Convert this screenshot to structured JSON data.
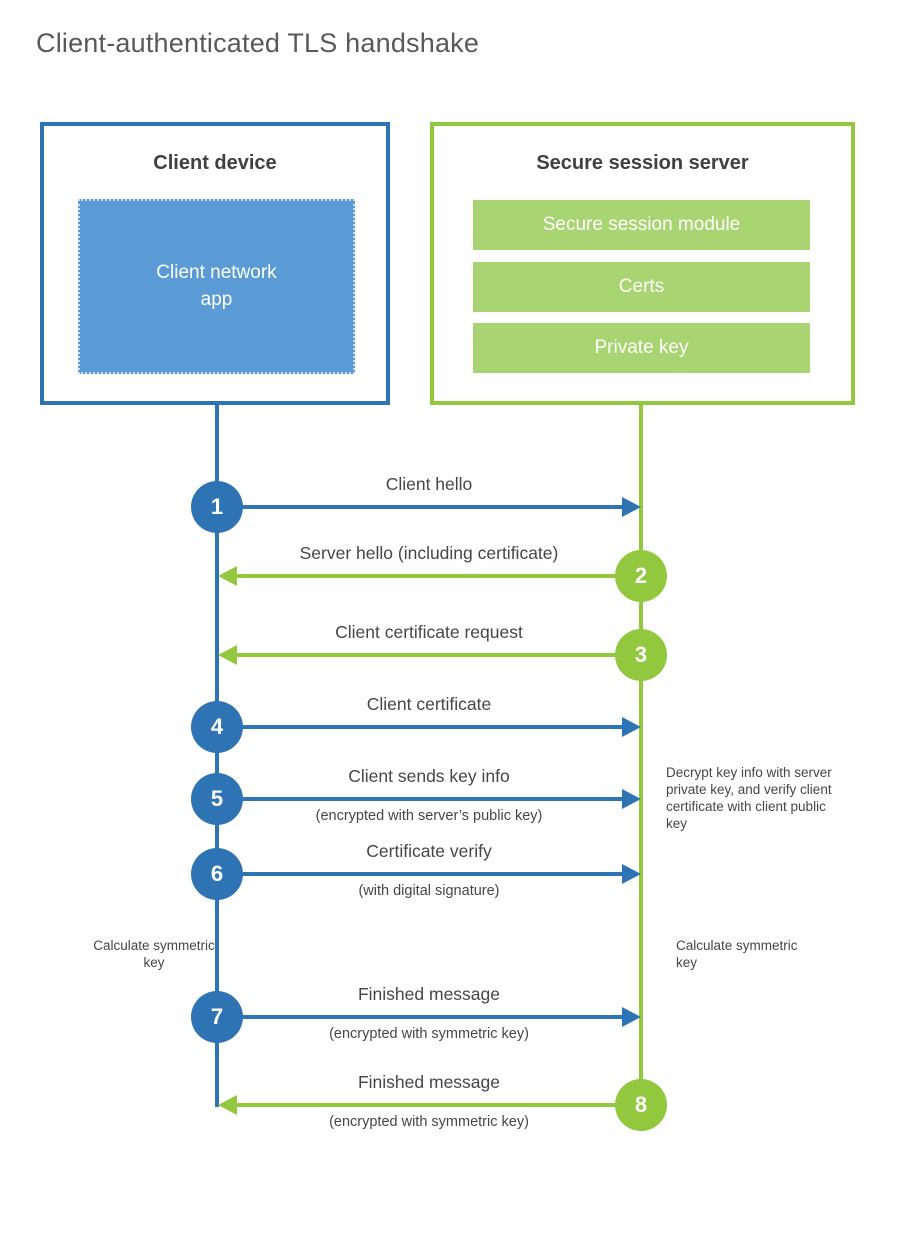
{
  "title": "Client-authenticated TLS handshake",
  "client": {
    "label": "Client device",
    "app_label": "Client network\napp"
  },
  "server": {
    "label": "Secure session server",
    "modules": [
      "Secure session module",
      "Certs",
      "Private key"
    ]
  },
  "steps": [
    {
      "num": "1",
      "actor": "client",
      "direction": "right",
      "label": "Client hello",
      "sublabel": ""
    },
    {
      "num": "2",
      "actor": "server",
      "direction": "left",
      "label": "Server hello (including certificate)",
      "sublabel": ""
    },
    {
      "num": "3",
      "actor": "server",
      "direction": "left",
      "label": "Client certificate request",
      "sublabel": ""
    },
    {
      "num": "4",
      "actor": "client",
      "direction": "right",
      "label": "Client certificate",
      "sublabel": ""
    },
    {
      "num": "5",
      "actor": "client",
      "direction": "right",
      "label": "Client sends key info",
      "sublabel": "(encrypted with server’s public key)"
    },
    {
      "num": "6",
      "actor": "client",
      "direction": "right",
      "label": "Certificate verify",
      "sublabel": "(with digital signature)"
    },
    {
      "num": "7",
      "actor": "client",
      "direction": "right",
      "label": "Finished message",
      "sublabel": "(encrypted with symmetric key)"
    },
    {
      "num": "8",
      "actor": "server",
      "direction": "left",
      "label": "Finished message",
      "sublabel": "(encrypted with symmetric key)"
    }
  ],
  "annotations": {
    "decrypt_note": "Decrypt key info with server private key, and verify client certificate with client public key",
    "calc_left": "Calculate symmetric key",
    "calc_right": "Calculate symmetric key"
  },
  "colors": {
    "client_blue": "#2e74b5",
    "client_fill_blue": "#5b9bd5",
    "server_green": "#92c83e",
    "server_fill_green": "#a9d472",
    "heading_text": "#3f4042",
    "body_text": "#454648"
  }
}
